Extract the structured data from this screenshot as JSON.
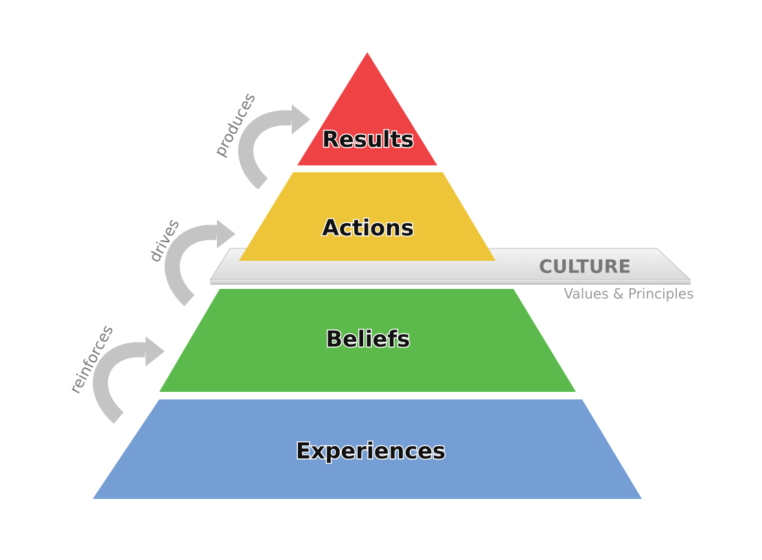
{
  "tiers": [
    {
      "label": "Results",
      "color": "#ee4245"
    },
    {
      "label": "Actions",
      "color": "#eec538"
    },
    {
      "label": "Beliefs",
      "color": "#5bba4b"
    },
    {
      "label": "Experiences",
      "color": "#749ed4"
    }
  ],
  "arrows": [
    {
      "label": "produces"
    },
    {
      "label": "drives"
    },
    {
      "label": "reinforces"
    }
  ],
  "culture_band": {
    "title": "CULTURE",
    "subtitle": "Values & Principles",
    "color": "#e6e6e6"
  },
  "arrow_color": "#c4c4c4"
}
